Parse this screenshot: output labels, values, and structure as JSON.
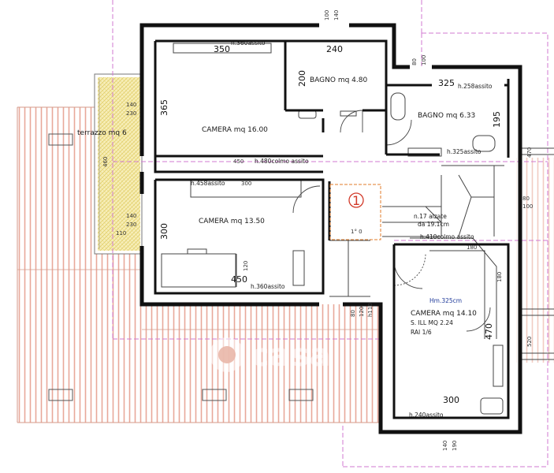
{
  "rooms": {
    "camera1": {
      "name": "CAMERA mq 16.00",
      "dim_w": "350",
      "dim_h": "365",
      "height": "h.360assito"
    },
    "bagno1": {
      "name": "BAGNO mq 4.80",
      "dim_w": "240",
      "dim_h": "200"
    },
    "bagno2": {
      "name": "BAGNO mq 6.33",
      "dim_w": "325",
      "dim_h": "195",
      "height_top": "h.258assito",
      "height_bottom": "h.325assito"
    },
    "camera2": {
      "name": "CAMERA mq 13.50",
      "dim_w": "450",
      "dim_h": "300",
      "height_top": "h.458assito",
      "height_top_dim": "300",
      "height_bottom": "h.360assito",
      "side_dim": "120"
    },
    "camera3": {
      "name": "CAMERA mq 14.10",
      "info1": "S. ILL MQ 2.24",
      "info2": "RAI 1/6",
      "dim_w": "300",
      "dim_h": "470",
      "hm": "Hm.325cm",
      "height_bottom": "h.240assito",
      "d180a": "180",
      "d180b": "180"
    },
    "terrazzo": {
      "name": "terrazzo mq 6",
      "d140a": "140",
      "d230a": "230",
      "d460": "460",
      "d140b": "140",
      "d230b": "230",
      "d110": "110"
    }
  },
  "ridges": {
    "upper": {
      "label": "h.480colmo assito",
      "dim": "450"
    },
    "lower": {
      "label": "h.410colmo assito"
    }
  },
  "stairs": {
    "note1": "n.17 alzate",
    "note2": "da 19.1cm",
    "marker": "1",
    "inner_dim": "1° 0"
  },
  "dims": {
    "top_100": "100",
    "top_140": "140",
    "r80a": "80",
    "r100a": "100",
    "right_470": "470",
    "r80b": "80",
    "r100b": "100",
    "right_520": "520",
    "bot_80": "80",
    "bot_120": "120",
    "bot_h110": "h110",
    "bottom_140": "140",
    "bottom_190": "190"
  },
  "watermark": "casa"
}
